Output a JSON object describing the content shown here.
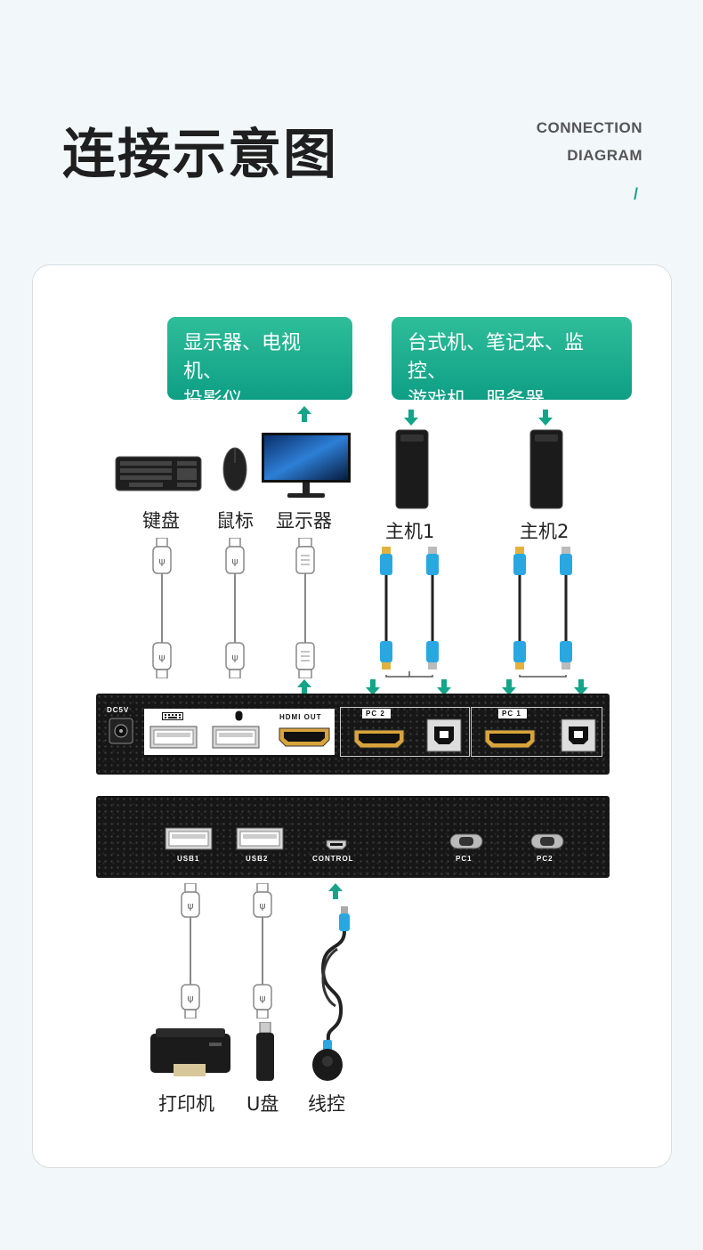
{
  "header": {
    "title": "连接示意图",
    "subtitle_line1": "CONNECTION",
    "subtitle_line2": "DIAGRAM",
    "slash": "/"
  },
  "boxes": {
    "display_line1": "显示器、电视机、",
    "display_line2": "投影仪 ...",
    "host_line1": "台式机、笔记本、监控、",
    "host_line2": "游戏机、服务器 ..."
  },
  "devices_top": {
    "keyboard": "键盘",
    "mouse": "鼠标",
    "monitor": "显示器",
    "host1": "主机1",
    "host2": "主机2"
  },
  "front_panel": {
    "dc": "DC5V",
    "hdmi_out": "HDMI OUT",
    "pc2": "PC 2",
    "pc1": "PC 1"
  },
  "back_panel": {
    "usb1": "USB1",
    "usb2": "USB2",
    "control": "CONTROL",
    "pc1": "PC1",
    "pc2": "PC2"
  },
  "devices_bottom": {
    "printer": "打印机",
    "udisk": "U盘",
    "remote": "线控"
  },
  "colors": {
    "accent": "#14a589",
    "cable_blue": "#29a7e1",
    "device_black": "#161616"
  }
}
